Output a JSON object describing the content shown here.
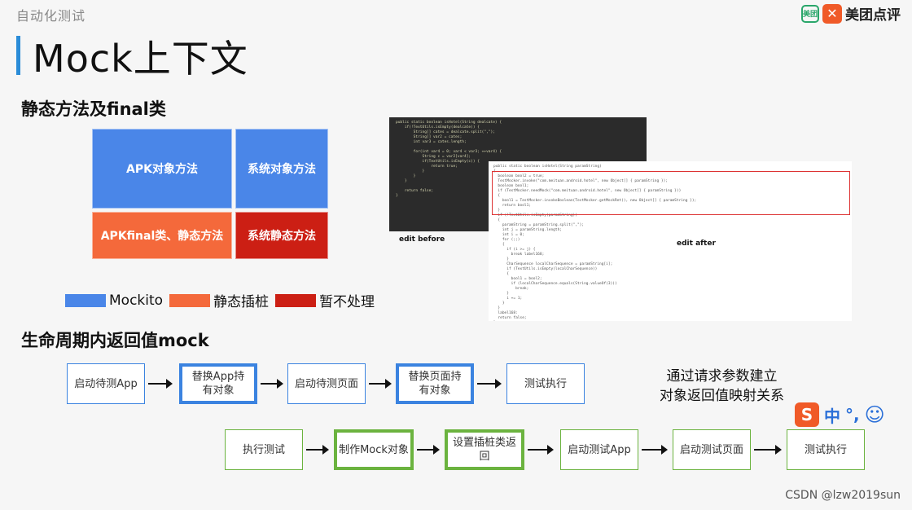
{
  "header": {
    "label": "自动化测试",
    "brand_name": "美团点评",
    "logo_icon": "meituan-logo-icon",
    "logo2_glyph": "✕"
  },
  "title": "Mock上下文",
  "section1": "静态方法及final类",
  "section2": "生命周期内返回值mock",
  "grid": {
    "apk_method": "APK对象方法",
    "system_method": "系统对象方法",
    "apk_final": "APKfinal类、静态方法",
    "system_static": "系统静态方法"
  },
  "colors": {
    "mockito": "#4a86e8",
    "static_stub": "#f4693b",
    "no_handle": "#cc1f14",
    "blue_border": "#3b83e0",
    "green_border": "#6bb33f"
  },
  "legend": [
    {
      "label": "Mockito",
      "color": "#4a86e8"
    },
    {
      "label": "静态插桩",
      "color": "#f4693b"
    },
    {
      "label": "暂不处理",
      "color": "#cc1f14"
    }
  ],
  "code": {
    "before_label": "edit before",
    "after_label": "edit after",
    "before_lines": "public static boolean isHotel(String dealcate) {\n    if(!TextUtils.isEmpty(dealcate)) {\n        String[] cates = dealcate.split(\",\");\n        String[] var2 = cates;\n        int var3 = cates.length;\n\n        for(int var4 = 0; var4 < var3; ++var4) {\n            String c = var2[var4];\n            if(TextUtils.isEmpty(c)) {\n                return true;\n            }\n        }\n    }\n\n    return false;\n}",
    "after_lines": "public static boolean isHotel(String paramString)\n{\n  boolean bool2 = true;\n  TestMocker.invoke(\"com.meituan.android.hotel\", new Object[] { paramString });\n  boolean bool1;\n  if (TestMocker.needMock(\"com.meituan.android.hotel\", new Object[] { paramString }))\n  {\n    bool1 = TestMocker.invokeBoolean(TestMocker.getMockRet(), new Object[] { paramString });\n    return bool1;\n  }\n  if (!TextUtils.isEmpty(paramString))\n  {\n    paramString = paramString.split(\",\");\n    int j = paramString.length;\n    int i = 0;\n    for (;;)\n    {\n      if (i >= j) {\n        break label168;\n      }\n      CharSequence localCharSequence = paramString[i];\n      if (TextUtils.isEmpty(localCharSequence))\n      {\n        bool1 = bool2;\n        if (localCharSequence.equals(String.valueOf(3)))\n          break;\n      }\n      i += 1;\n    }\n  }\n  label168:\n  return false;\n}"
  },
  "flow_row1": [
    "启动待测App",
    "替换App持有对象",
    "启动待测页面",
    "替换页面持有对象",
    "测试执行"
  ],
  "flow_row2": [
    "执行测试",
    "制作Mock对象",
    "设置插桩类返回",
    "启动测试App",
    "启动测试页面",
    "测试执行"
  ],
  "note": {
    "line1": "通过请求参数建立",
    "line2": "对象返回值映射关系"
  },
  "ime": {
    "logo": "S",
    "lang": "中",
    "punct": "°,",
    "emoji": "☺"
  },
  "watermark": "CSDN @lzw2019sun"
}
